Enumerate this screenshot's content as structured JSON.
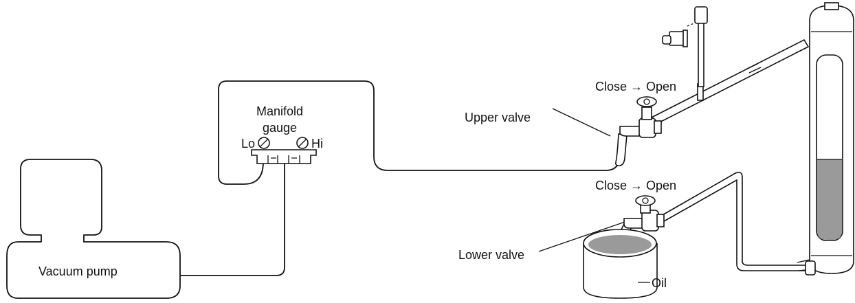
{
  "labels": {
    "vacuum_pump": "Vacuum pump",
    "manifold_line1": "Manifold",
    "manifold_line2": "gauge",
    "lo": "Lo",
    "hi": "Hi",
    "upper_valve": "Upper valve",
    "lower_valve": "Lower valve",
    "close_open_upper": "Close → Open",
    "close_open_lower": "Close → Open",
    "oil": "Oil"
  },
  "colors": {
    "line": "#111111",
    "oil_fill": "#9a9a9a",
    "background": "#ffffff"
  }
}
